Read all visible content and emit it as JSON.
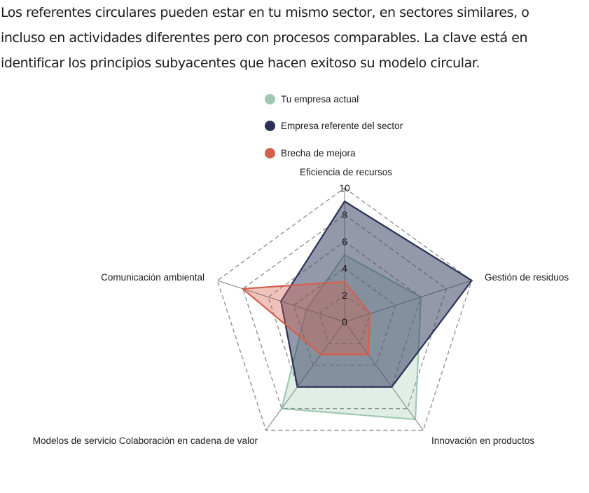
{
  "intro": {
    "lines": [
      "Los referentes circulares pueden estar en tu mismo sector, en sectores similares, o",
      "incluso en actividades diferentes pero con procesos comparables. La clave está en",
      "identificar los principios subyacentes que hacen exitoso su modelo circular."
    ]
  },
  "legend": {
    "items": [
      {
        "label": "Tu empresa actual",
        "color": "#9fc9b2"
      },
      {
        "label": "Empresa referente del sector",
        "color": "#2a3158"
      },
      {
        "label": "Brecha de mejora",
        "color": "#d4604c"
      }
    ]
  },
  "chart_data": {
    "type": "radar",
    "title": "",
    "axes": [
      "Eficiencia de recursos",
      "Gestión de residuos",
      "Innovación en productos",
      "Colaboración en cadena de valor",
      "Comunicación ambiental"
    ],
    "extra_axis_label": "Modelos de servicio",
    "bottom_left_label_text": "Modelos de servicio Colaboración en cadena de valor",
    "r_ticks": [
      0,
      2,
      4,
      6,
      8,
      10
    ],
    "r_range": [
      0,
      10
    ],
    "grid": "dashed",
    "legend_position": "top",
    "series": [
      {
        "name": "Tu empresa actual",
        "color": "#9fc9b2",
        "values": [
          5,
          6,
          9,
          8,
          3
        ]
      },
      {
        "name": "Empresa referente del sector",
        "color": "#2a3158",
        "values": [
          9,
          10,
          6,
          6,
          5
        ]
      },
      {
        "name": "Brecha de mejora",
        "color": "#d4604c",
        "values": [
          3,
          2,
          3,
          3,
          8
        ]
      }
    ]
  }
}
